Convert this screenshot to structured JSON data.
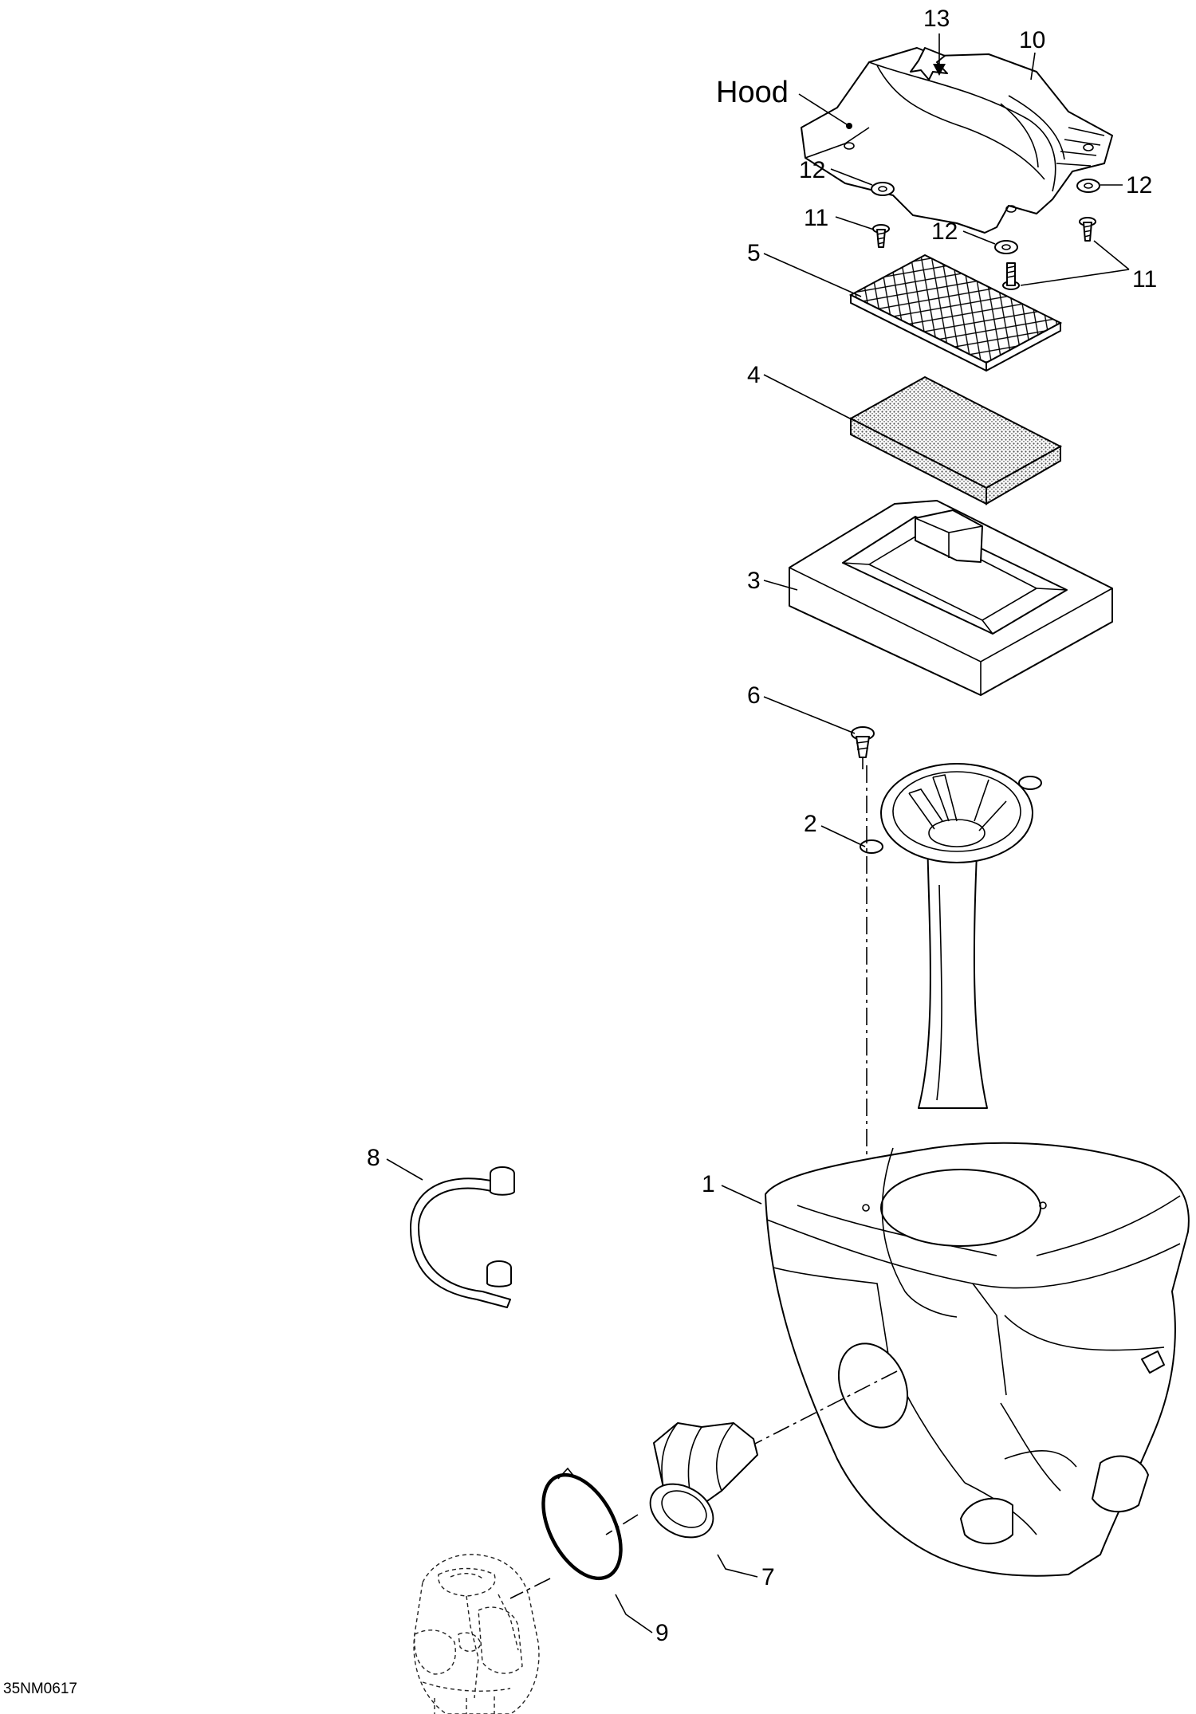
{
  "hood_label": "Hood",
  "drawing_code": "35NM0617",
  "callouts": {
    "c1": "1",
    "c2": "2",
    "c3": "3",
    "c4": "4",
    "c5": "5",
    "c6": "6",
    "c7": "7",
    "c8": "8",
    "c9": "9",
    "c10": "10",
    "c11a": "11",
    "c11b": "11",
    "c12a": "12",
    "c12b": "12",
    "c12c": "12",
    "c13": "13"
  }
}
